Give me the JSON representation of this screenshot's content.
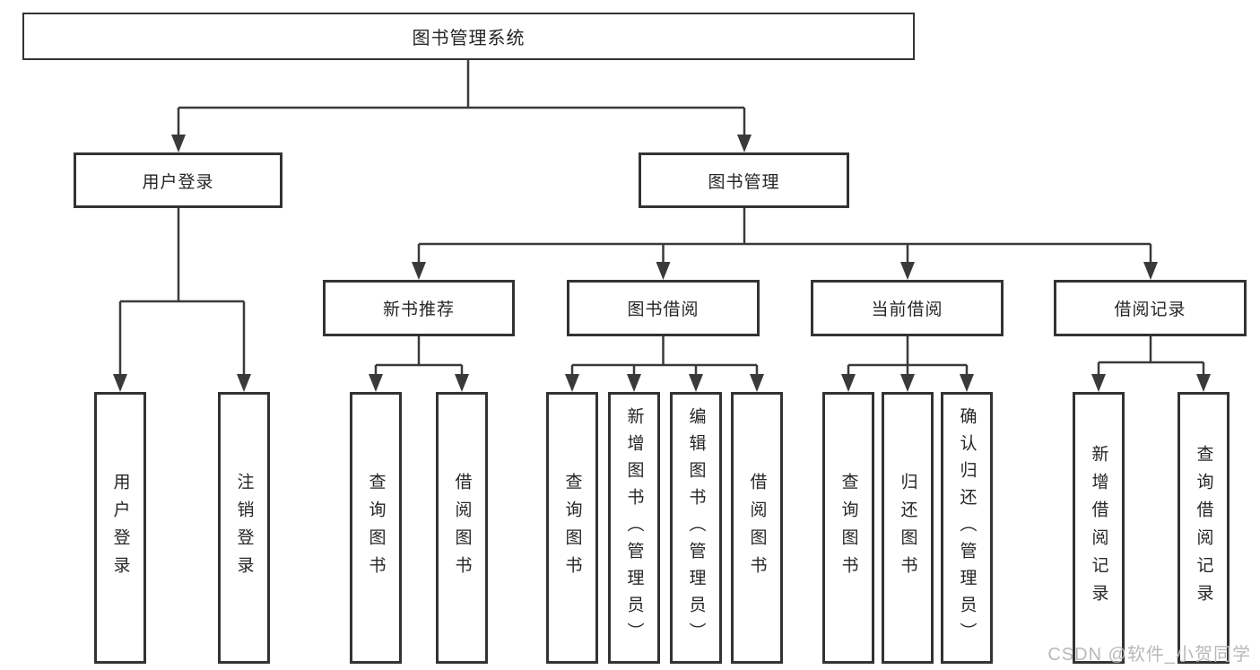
{
  "diagram": {
    "root": "图书管理系统",
    "level2": [
      "用户登录",
      "图书管理"
    ],
    "level3": [
      "新书推荐",
      "图书借阅",
      "当前借阅",
      "借阅记录"
    ],
    "leaves": {
      "user_login": [
        "用户登录",
        "注销登录"
      ],
      "new_book": [
        "查询图书",
        "借阅图书"
      ],
      "book_borrow": [
        "查询图书",
        "新增图书（管理员）",
        "编辑图书（管理员）",
        "借阅图书"
      ],
      "current_borrow": [
        "查询图书",
        "归还图书",
        "确认归还（管理员）"
      ],
      "borrow_record": [
        "新增借阅记录",
        "查询借阅记录"
      ]
    }
  },
  "watermark": "CSDN @软件_小贺同学",
  "colors": {
    "line": "#3a3a3a",
    "box_border": "#333333",
    "text": "#262626",
    "watermark": "#b9b9b9",
    "background": "#ffffff"
  }
}
